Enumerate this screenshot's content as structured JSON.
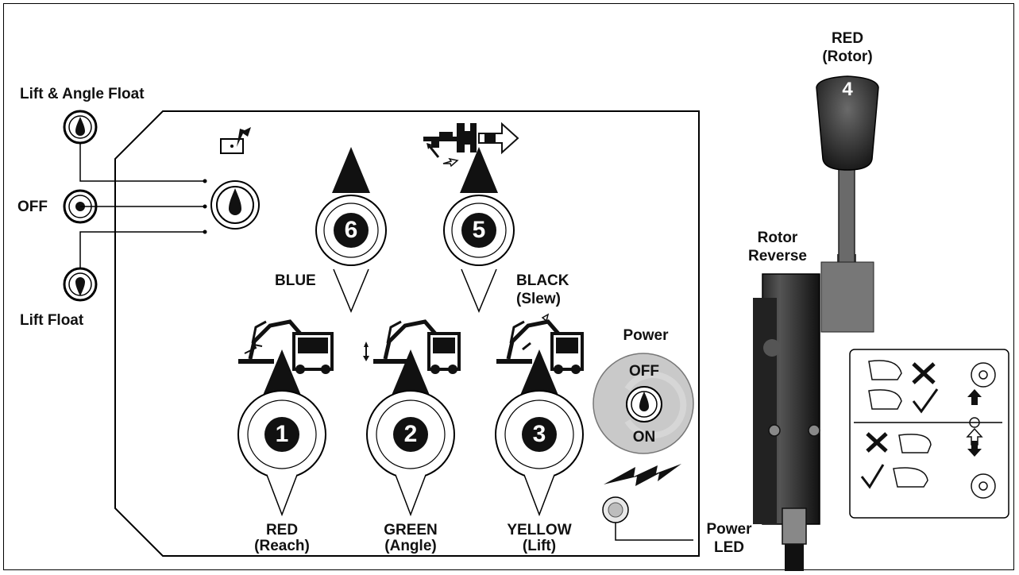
{
  "float_switch": {
    "lift_angle_float": "Lift & Angle Float",
    "off": "OFF",
    "lift_float": "Lift Float"
  },
  "levers": [
    {
      "number": "6",
      "color": "BLUE",
      "function": ""
    },
    {
      "number": "5",
      "color": "BLACK",
      "function": "(Slew)"
    },
    {
      "number": "1",
      "color": "RED",
      "function": "(Reach)"
    },
    {
      "number": "2",
      "color": "GREEN",
      "function": "(Angle)"
    },
    {
      "number": "3",
      "color": "YELLOW",
      "function": "(Lift)"
    }
  ],
  "power": {
    "title": "Power",
    "off": "OFF",
    "on": "ON",
    "led_label_line1": "Power",
    "led_label_line2": "LED"
  },
  "rotor_lever": {
    "number": "4",
    "color": "RED",
    "function": "(Rotor)",
    "reverse_line1": "Rotor",
    "reverse_line2": "Reverse"
  },
  "icons": [
    "lift-float-icon",
    "slew-lock-icon",
    "reach-arm-icon",
    "angle-arm-icon",
    "lift-arm-icon",
    "lightning-icon",
    "rotor-direction-icon",
    "check-icon",
    "cross-icon"
  ]
}
